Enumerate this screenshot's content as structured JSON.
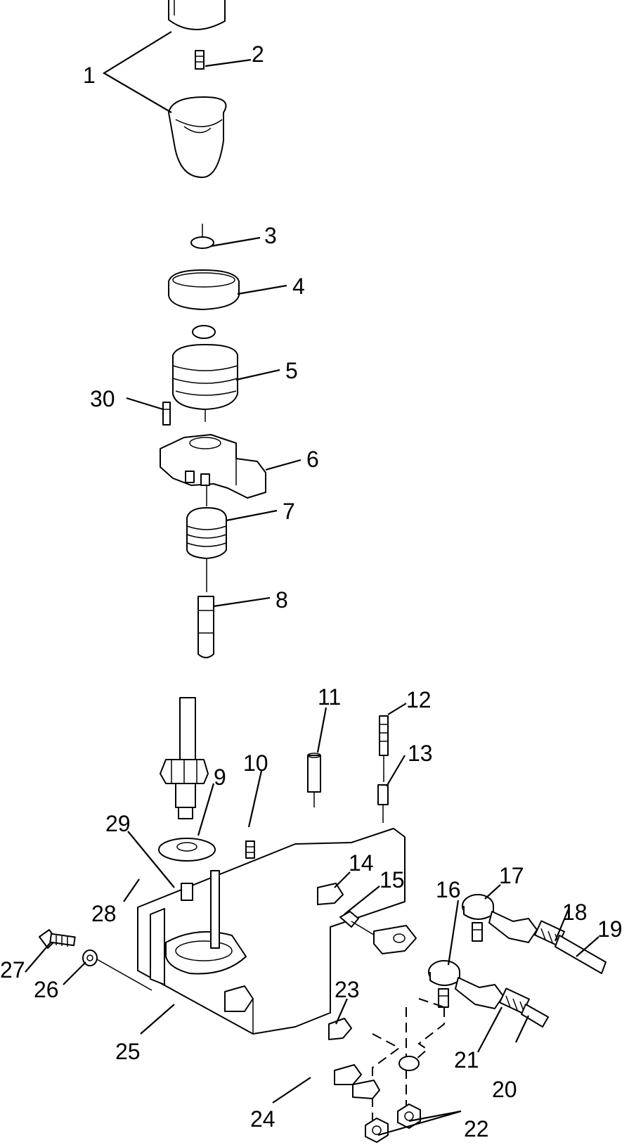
{
  "callouts": {
    "c1": "1",
    "c2": "2",
    "c3": "3",
    "c4": "4",
    "c5": "5",
    "c6": "6",
    "c7": "7",
    "c8": "8",
    "c9": "9",
    "c10": "10",
    "c11": "11",
    "c12": "12",
    "c13": "13",
    "c14": "14",
    "c15": "15",
    "c16": "16",
    "c17": "17",
    "c18": "18",
    "c19": "19",
    "c20": "20",
    "c21": "21",
    "c22": "22",
    "c23": "23",
    "c24": "24",
    "c25": "25",
    "c26": "26",
    "c27": "27",
    "c28": "28",
    "c29": "29",
    "c30": "30"
  },
  "colors": {
    "line": "#000000",
    "background": "#ffffff"
  }
}
